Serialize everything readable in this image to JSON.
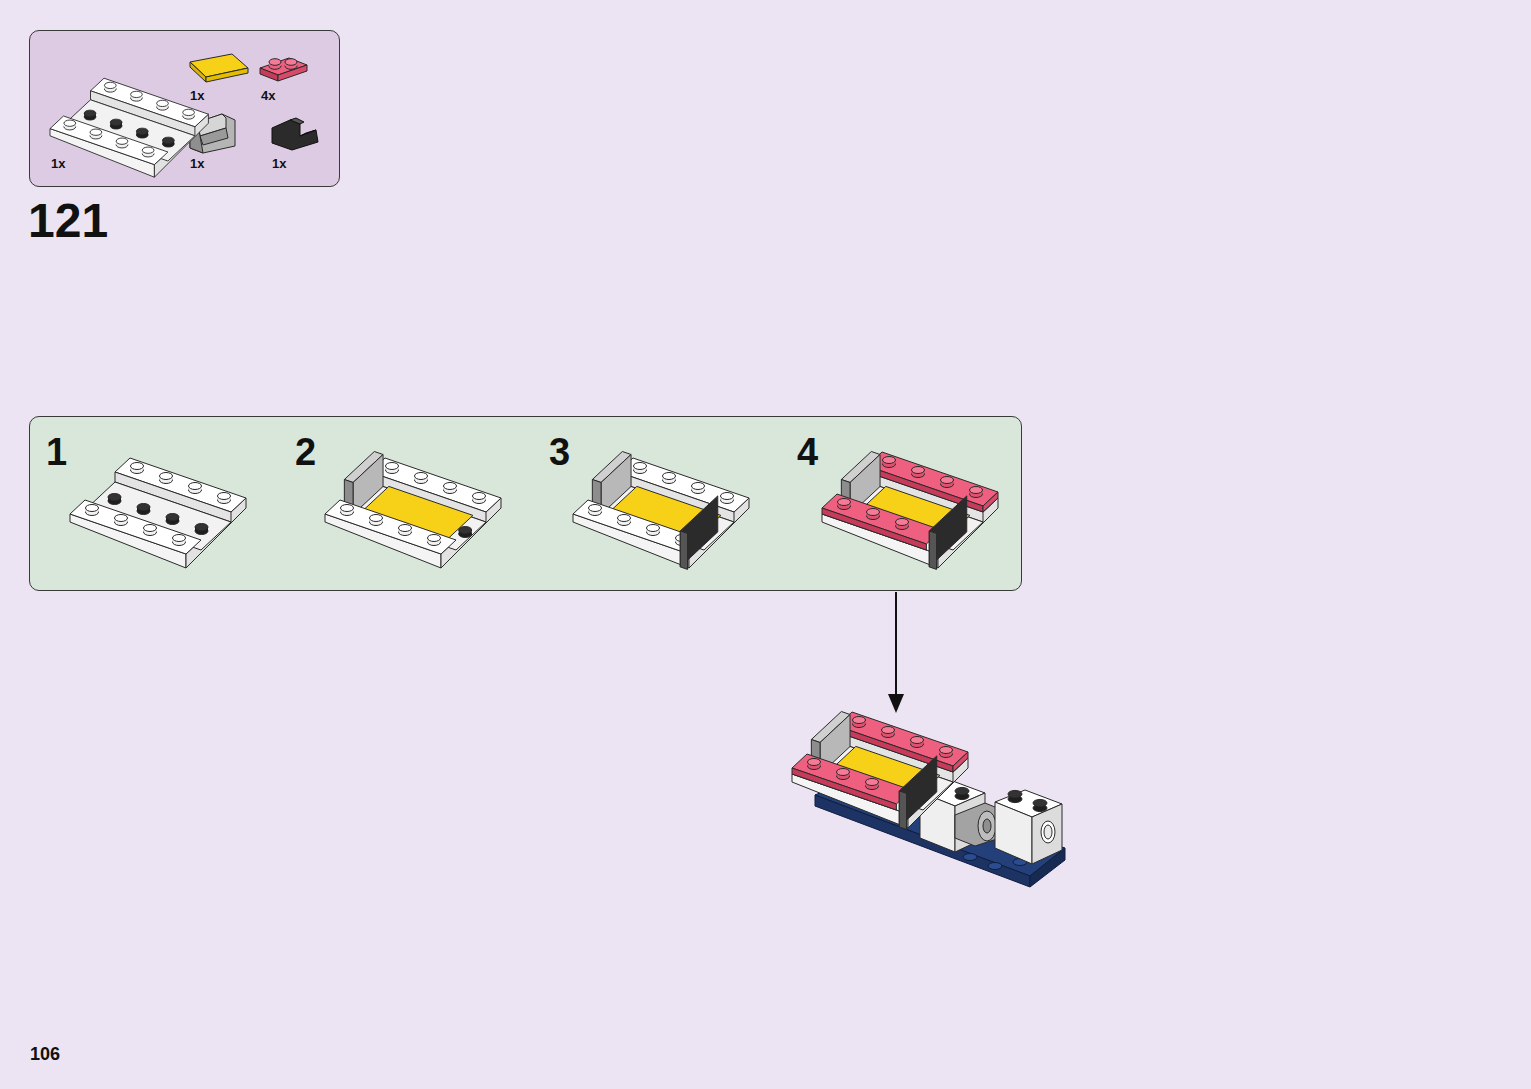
{
  "diagram": {
    "nodes": [
      {
        "text": [
          "1x",
          "1x",
          "4x",
          "1x",
          "1x"
        ]
      },
      {
        "text": [
          "1",
          "2",
          "3",
          "4"
        ]
      }
    ],
    "labels": [
      "121",
      "106"
    ]
  }
}
